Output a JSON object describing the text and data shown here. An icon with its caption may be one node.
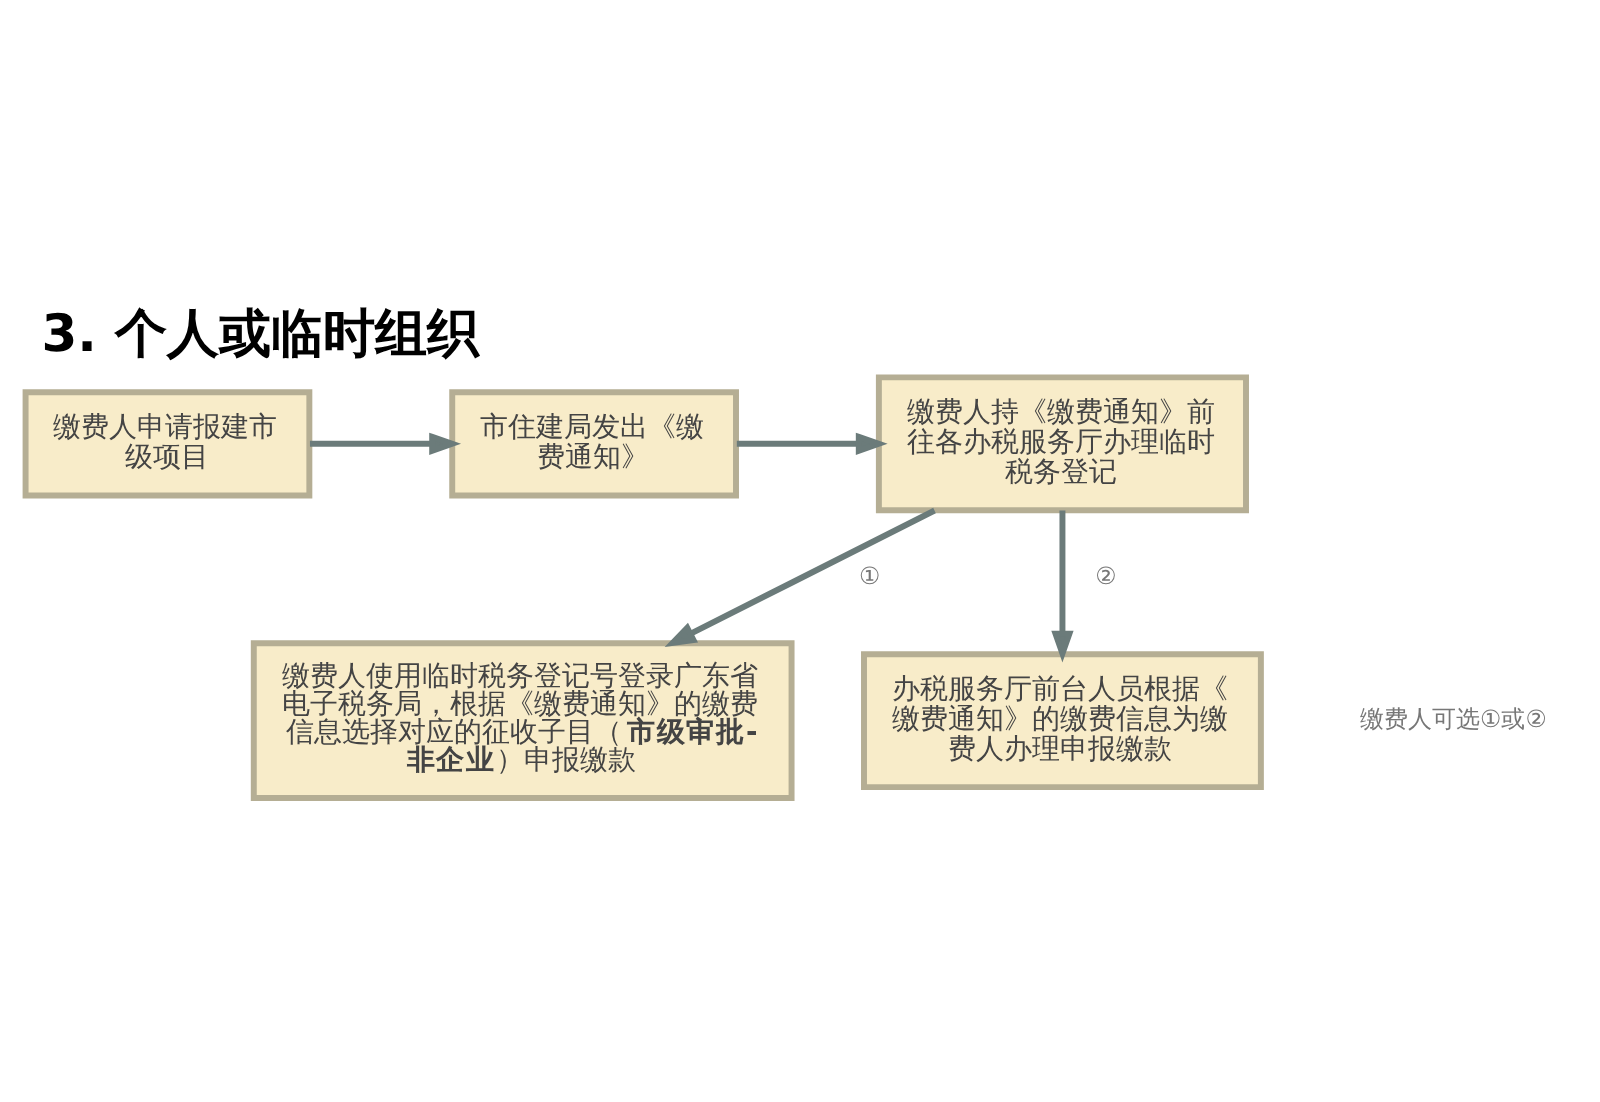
{
  "diagram": {
    "title": "3. 个人或临时组织",
    "nodes": [
      {
        "text": [
          "缴费人申请报建市级项目"
        ]
      },
      {
        "text": [
          "市住建局发出《缴费通知》"
        ]
      },
      {
        "text": [
          "缴费人持《缴费通知》前往各办税服务厅办理临时税务登记"
        ]
      },
      {
        "text": [
          "缴费人使用临时税务登记号登录广东省电子税务局，根据《缴费通知》的缴费信息选择对应的征收子目（**市级审批-非企业**）申报缴款"
        ]
      },
      {
        "text": [
          "办税服务厅前台人员根据《缴费通知》的缴费信息为缴费人办理申报缴款"
        ]
      }
    ],
    "edges": [
      {
        "from": 0,
        "to": 1,
        "arrow": "to"
      },
      {
        "from": 1,
        "to": 2,
        "arrow": "to"
      },
      {
        "from": 2,
        "to": 3,
        "arrow": "to",
        "label": "①"
      },
      {
        "from": 2,
        "to": 4,
        "arrow": "to",
        "label": "②"
      }
    ],
    "labels": [
      "缴费人可选①或②"
    ]
  }
}
